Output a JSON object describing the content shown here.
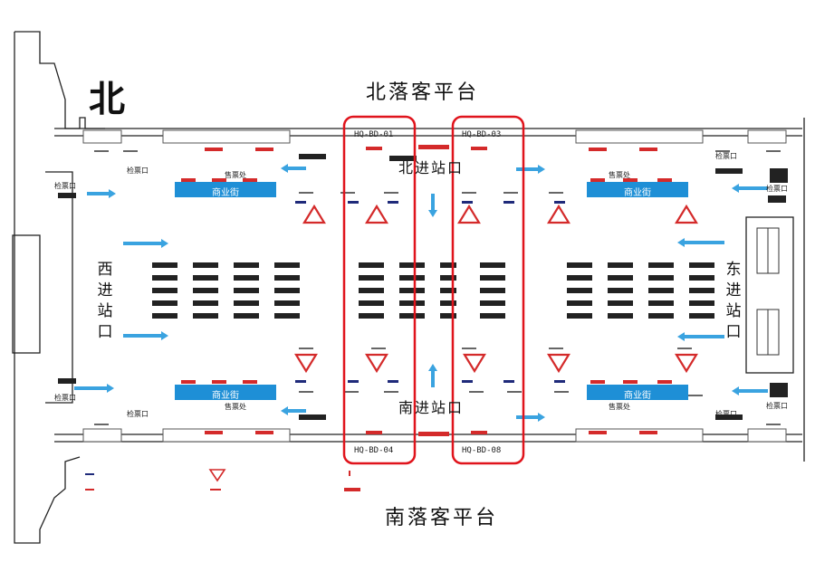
{
  "map": {
    "compass_north": "北",
    "north_platform": "北落客平台",
    "south_platform": "南落客平台",
    "north_entrance": "北进站口",
    "south_entrance": "南进站口",
    "west_entrance": "西进站口",
    "east_entrance": "东进站口",
    "gate_label": "检票口",
    "ticket_label": "售票处",
    "shop_label": "商业街",
    "highlight_codes": {
      "top_left": "HQ-BD-01",
      "top_right": "HQ-BD-03",
      "bottom_left": "HQ-BD-04",
      "bottom_right": "HQ-BD-08"
    },
    "colors": {
      "highlight_frame": "#e0141c",
      "lightbox_red": "#d42a2a",
      "shop_blue": "#1e8fd6",
      "arrow_blue": "#3aa3e0",
      "sign_navy": "#1f2a7a"
    }
  }
}
